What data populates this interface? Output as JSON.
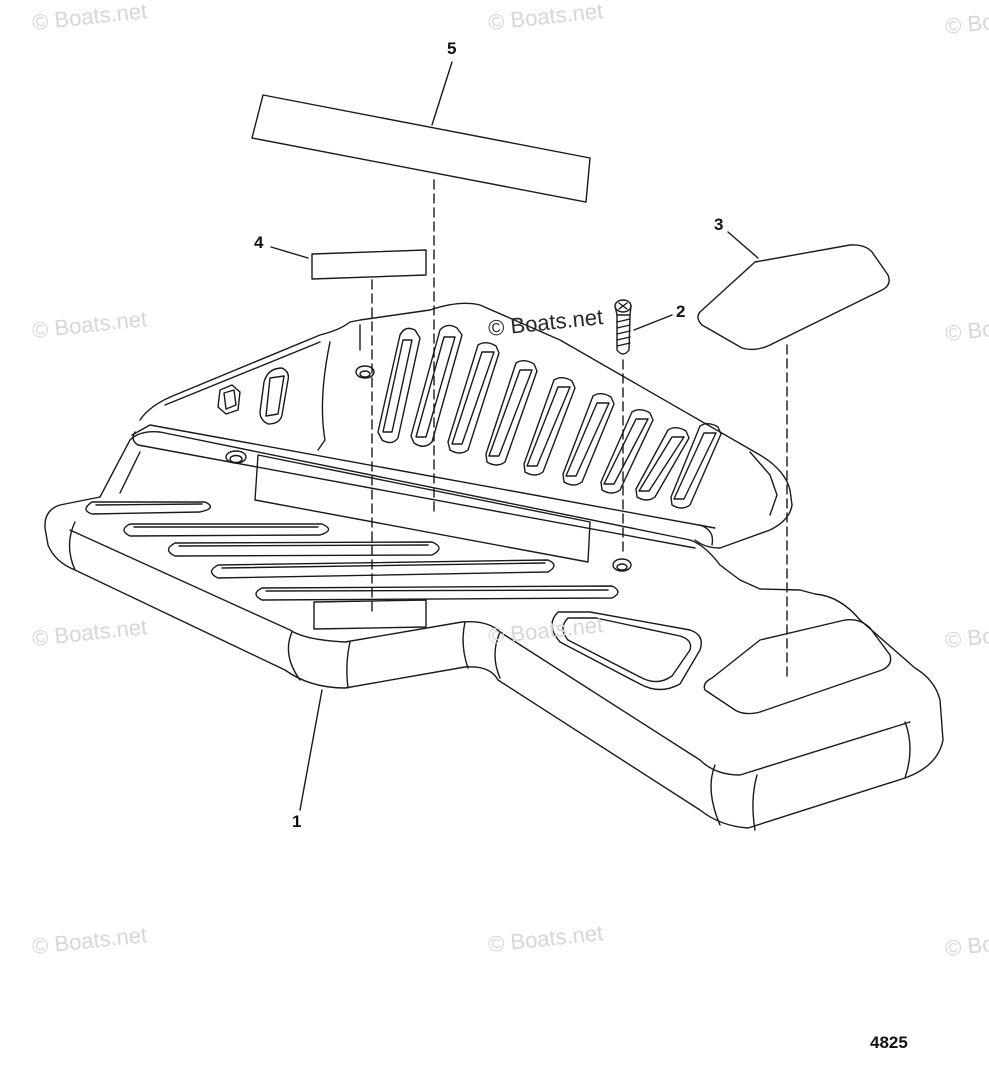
{
  "diagram": {
    "figure_number": "4825",
    "watermark": "© Boats.net",
    "callouts": [
      {
        "id": "1",
        "label": "1"
      },
      {
        "id": "2",
        "label": "2"
      },
      {
        "id": "3",
        "label": "3"
      },
      {
        "id": "4",
        "label": "4"
      },
      {
        "id": "5",
        "label": "5"
      }
    ]
  }
}
